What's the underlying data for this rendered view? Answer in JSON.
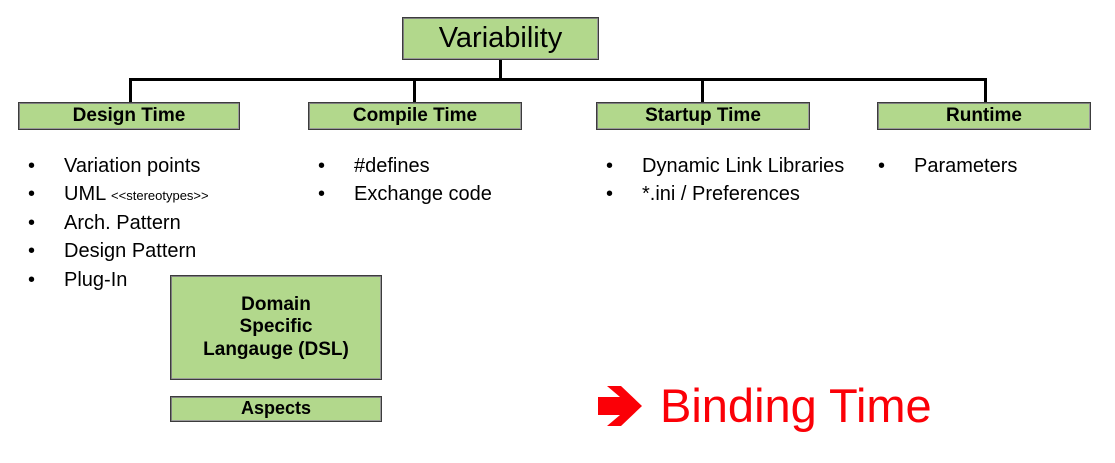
{
  "diagram": {
    "root": {
      "label": "Variability"
    },
    "connectors": {
      "stem": "root-stem",
      "crossbar": "branch-crossbar",
      "drops": [
        "drop-design-time",
        "drop-compile-time",
        "drop-startup-time",
        "drop-runtime"
      ]
    },
    "columns": [
      {
        "id": "design-time",
        "header": "Design Time",
        "items": [
          {
            "text": "Variation points"
          },
          {
            "text": "UML ",
            "note": "<<stereotypes>>"
          },
          {
            "text": "Arch. Pattern"
          },
          {
            "text": "Design Pattern"
          },
          {
            "text": "Plug-In"
          }
        ]
      },
      {
        "id": "compile-time",
        "header": "Compile Time",
        "items": [
          {
            "text": "#defines"
          },
          {
            "text": "Exchange code"
          }
        ]
      },
      {
        "id": "startup-time",
        "header": "Startup Time",
        "items": [
          {
            "text": "Dynamic Link Libraries"
          },
          {
            "text": "*.ini / Preferences"
          }
        ]
      },
      {
        "id": "runtime",
        "header": "Runtime",
        "items": [
          {
            "text": "Parameters"
          }
        ]
      }
    ],
    "extra_boxes": [
      {
        "id": "dsl",
        "line1": "Domain",
        "line2": "Specific",
        "line3": "Langauge (DSL)"
      },
      {
        "id": "aspects",
        "label": "Aspects"
      }
    ],
    "callout": {
      "arrow_icon": "right-arrow-icon",
      "label": "Binding Time",
      "color": "#fb0007"
    },
    "bullet_glyph": "•",
    "colors": {
      "box_fill": "#b2d88c",
      "box_border": "#3c3c3c",
      "line": "#000000",
      "callout": "#fb0007",
      "text": "#000000"
    }
  }
}
